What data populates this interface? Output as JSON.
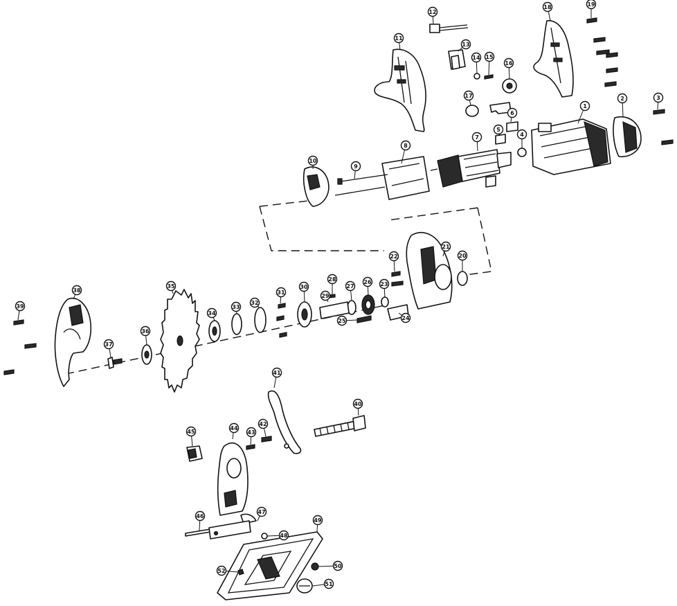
{
  "diagram": {
    "colors": {
      "ink": "#111111",
      "paper": "#ffffff",
      "shade": "#2a2a2a"
    },
    "callouts": [
      "1",
      "2",
      "3",
      "4",
      "5",
      "6",
      "7",
      "8",
      "9",
      "10",
      "11",
      "12",
      "13",
      "14",
      "15",
      "16",
      "17",
      "18",
      "19",
      "20",
      "21",
      "22",
      "23",
      "24",
      "25",
      "26",
      "27",
      "28",
      "29",
      "30",
      "31",
      "32",
      "33",
      "34",
      "35",
      "36",
      "37",
      "38",
      "39",
      "40",
      "41",
      "42",
      "43",
      "44",
      "45",
      "46",
      "47",
      "48",
      "49",
      "50",
      "51",
      "52"
    ]
  }
}
